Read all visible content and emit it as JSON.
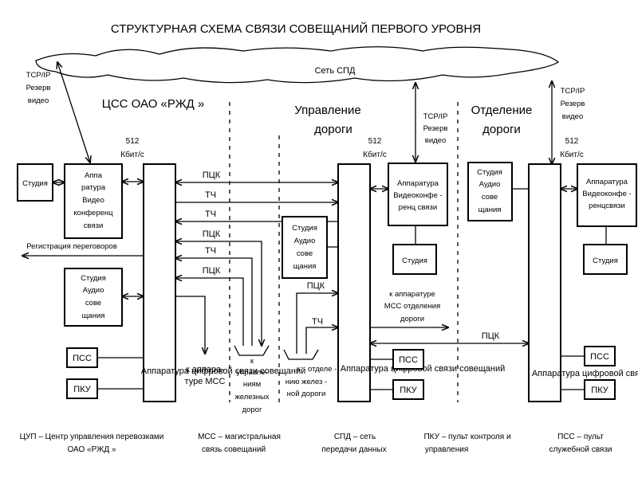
{
  "title": "СТРУКТУРНАЯ СХЕМА СВЯЗИ СОВЕЩАНИЙ ПЕРВОГО УРОВНЯ",
  "cloud_label": "Сеть СПД",
  "sections": {
    "css": "ЦСС ОАО «РЖД »",
    "road": [
      "Управление",
      "дороги"
    ],
    "division": [
      "Отделение",
      "дороги"
    ]
  },
  "protocol_labels": {
    "left": [
      "TCP/IP",
      "Резерв",
      "видео"
    ],
    "center": [
      "TCP/IP",
      "Резерв",
      "видео"
    ],
    "right": [
      "TCP/IP",
      "Резерв",
      "видео"
    ]
  },
  "speeds": {
    "left": [
      "512",
      "Кбит/с"
    ],
    "center": [
      "512",
      "Кбит/с"
    ],
    "right": [
      "512",
      "Кбит/с"
    ]
  },
  "boxes": {
    "studio_left": "Студия",
    "video_left": [
      "Аппа",
      "ратура",
      "Видео",
      "конференц",
      "связи"
    ],
    "audio_studio_left": [
      "Студия",
      "Аудио",
      "сове",
      "щания"
    ],
    "pss_left": "ПСС",
    "pku_left": "ПКУ",
    "audio_studio_road": [
      "Студия",
      "Аудио",
      "сове",
      "щания"
    ],
    "video_road": [
      "Аппаратура",
      "Видеоконфе -",
      "ренц связи"
    ],
    "studio_road": "Студия",
    "pss_road": "ПСС",
    "pku_road": "ПКУ",
    "audio_studio_div": [
      "Студия",
      "Аудио",
      "сове",
      "щания"
    ],
    "video_div": [
      "Аппаратура",
      "Видеоконфе -",
      "ренцсвязи"
    ],
    "studio_div": "Студия",
    "pss_div": "ПСС",
    "pku_div": "ПКУ"
  },
  "equipment_labels": {
    "left": "Аппаратура цифровой связи совещаний",
    "center": "Аппаратура цифровой связи совещаний",
    "right": "Аппаратура цифровой связи"
  },
  "link_labels": [
    "ПЦК",
    "ТЧ",
    "ТЧ",
    "ПЦК",
    "ТЧ",
    "ПЦК"
  ],
  "center_link_labels": {
    "pck": "ПЦК",
    "tch": "ТЧ",
    "pck_right": "ПЦК"
  },
  "registration": "Регистрация переговоров",
  "notes": {
    "to_mss_left": [
      "к аппара-",
      "туре МСС"
    ],
    "to_roads": [
      "к",
      "управле-",
      "ниям",
      "железных",
      "дорог"
    ],
    "to_division": [
      "к",
      "отделе -",
      "нию желез -",
      "ной дороги"
    ],
    "to_mss_division": [
      "к аппаратуре",
      "МСС отделения",
      "дороги"
    ]
  },
  "legend": {
    "cup": [
      "ЦУП – Центр управления перевозками",
      "ОАО «РЖД »"
    ],
    "mss": [
      "МСС – магистральная",
      "связь совещаний"
    ],
    "spd": [
      "СПД – сеть",
      "передачи данных"
    ],
    "pku": [
      "ПКУ – пульт контроля и",
      "управления"
    ],
    "pss": [
      "ПСС – пульт",
      "служебной связи"
    ]
  }
}
